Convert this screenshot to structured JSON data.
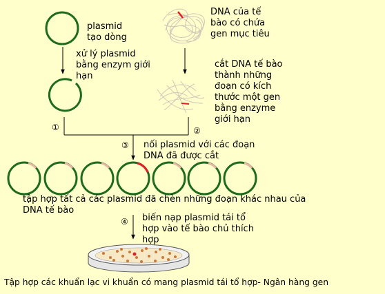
{
  "labels": {
    "plasmid": "plasmid\ntạo dòng",
    "dna_source": "DNA của tế\nbào có chứa\ngen mục tiêu",
    "treat_plasmid": "xử lý plasmid\nbằng enzym giới\nhạn",
    "cut_dna": "cắt DNA tế bào\nthành những\nđoạn có kích\nthước một gen\nbằng enzyme\ngiới hạn",
    "ligate": "nối plasmid với các đoạn\nDNA đã được cắt",
    "collection": "tập hợp tất cả các plasmid đã chèn những đoạn khác nhau của\nDNA tế bào",
    "transform": "biến nạp plasmid tái tổ\nhợp vào tế bào chủ thích\nhợp",
    "library": "Tập hợp các khuẩn lạc vi khuẩn có mang plasmid tái tổ hợp- Ngân hàng gen"
  },
  "steps": {
    "s1": "①",
    "s2": "②",
    "s3": "③",
    "s4": "④"
  },
  "colors": {
    "background": "#FFFFCC",
    "plasmid_ring": "#1E6B1E",
    "insert": "#E31E24",
    "dna_strand": "#D0C6B8",
    "colony": "#C87A3A",
    "colony_recombinant": "#E31E24"
  }
}
